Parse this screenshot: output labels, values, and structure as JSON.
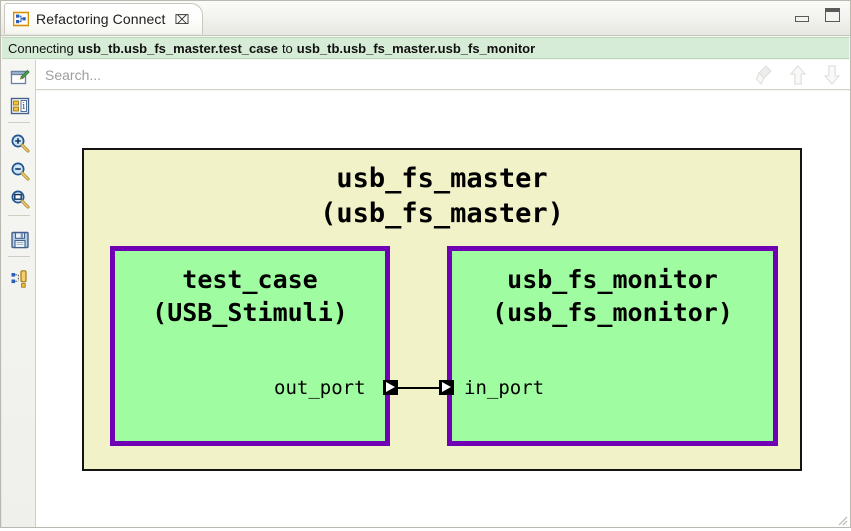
{
  "window": {
    "tab": {
      "label": "Refactoring Connect",
      "icon": "refactoring-connect-icon",
      "close_glyph": "⌧"
    },
    "buttons": {
      "minimize": "minimize",
      "maximize": "maximize"
    }
  },
  "status": {
    "prefix": "Connecting",
    "source": "usb_tb.usb_fs_master.test_case",
    "middle": "to",
    "target": "usb_tb.usb_fs_master.usb_fs_monitor",
    "background_color": "#d6ecd6"
  },
  "search": {
    "placeholder": "Search...",
    "value": "",
    "actions": [
      {
        "name": "clear-search-icon",
        "title": "Clear"
      },
      {
        "name": "previous-match-icon",
        "title": "Previous"
      },
      {
        "name": "next-match-icon",
        "title": "Next"
      }
    ]
  },
  "toolbar": {
    "items": [
      {
        "name": "new-diagram-icon",
        "title": "New Diagram"
      },
      {
        "name": "properties-icon",
        "title": "Properties"
      },
      {
        "name": "zoom-in-icon",
        "title": "Zoom In"
      },
      {
        "name": "zoom-out-icon",
        "title": "Zoom Out"
      },
      {
        "name": "zoom-fit-icon",
        "title": "Zoom to Fit"
      },
      {
        "name": "save-icon",
        "title": "Save"
      },
      {
        "name": "hierarchy-icon",
        "title": "Show Hierarchy"
      }
    ]
  },
  "diagram": {
    "colors": {
      "outer_fill": "#f2f2c8",
      "outer_border": "#141414",
      "inner_fill": "#a0fca0",
      "inner_border": "#7000b4",
      "port_marker": "#000000",
      "connection_line": "#000000"
    },
    "outer_block": {
      "name": "usb_fs_master",
      "type": "(usb_fs_master)"
    },
    "blocks": [
      {
        "name": "test_case",
        "type": "(USB_Stimuli)",
        "port": {
          "label": "out_port",
          "direction": "out"
        }
      },
      {
        "name": "usb_fs_monitor",
        "type": "(usb_fs_monitor)",
        "port": {
          "label": "in_port",
          "direction": "in"
        }
      }
    ]
  }
}
